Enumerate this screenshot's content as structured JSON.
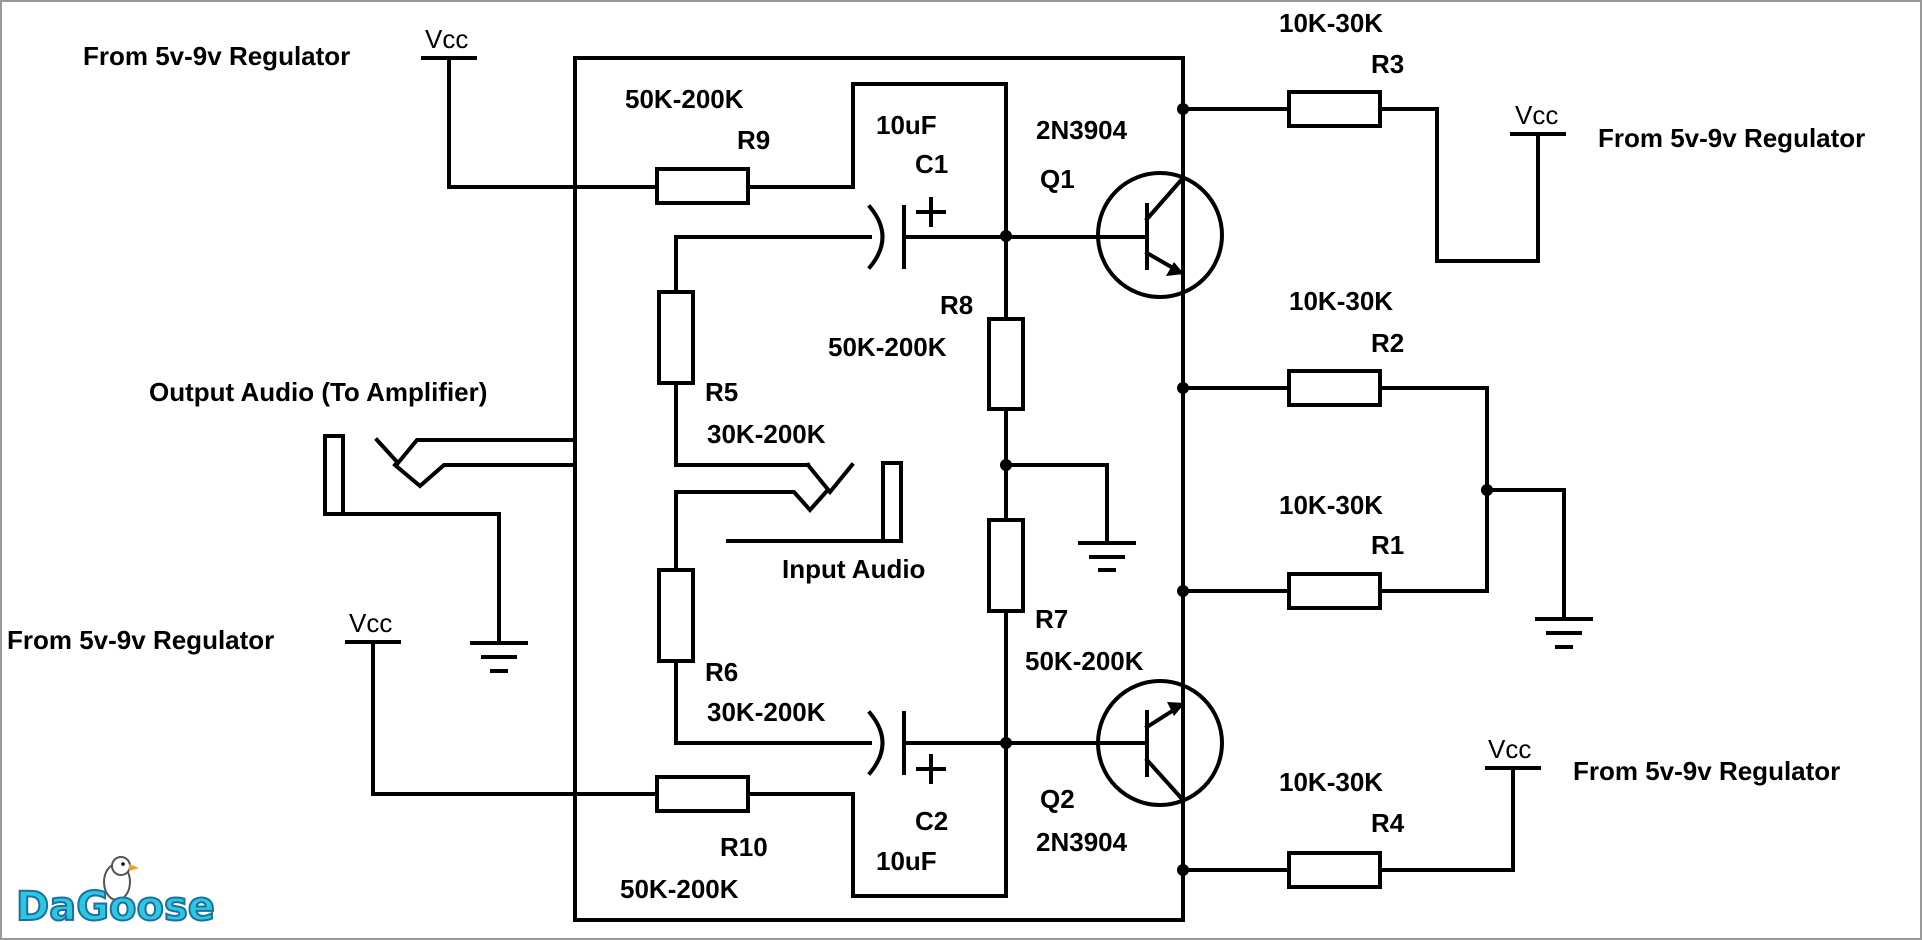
{
  "labels": {
    "vcc": "Vcc",
    "from_regulator": "From 5v-9v Regulator",
    "output_audio": "Output Audio (To Amplifier)",
    "input_audio": "Input Audio"
  },
  "components": {
    "r1": {
      "name": "R1",
      "value": "10K-30K"
    },
    "r2": {
      "name": "R2",
      "value": "10K-30K"
    },
    "r3": {
      "name": "R3",
      "value": "10K-30K"
    },
    "r4": {
      "name": "R4",
      "value": "10K-30K"
    },
    "r5": {
      "name": "R5",
      "value": "30K-200K"
    },
    "r6": {
      "name": "R6",
      "value": "30K-200K"
    },
    "r7": {
      "name": "R7",
      "value": "50K-200K"
    },
    "r8": {
      "name": "R8",
      "value": "50K-200K"
    },
    "r9": {
      "name": "R9",
      "value": "50K-200K"
    },
    "r10": {
      "name": "R10",
      "value": "50K-200K"
    },
    "c1": {
      "name": "C1",
      "value": "10uF"
    },
    "c2": {
      "name": "C2",
      "value": "10uF"
    },
    "q1": {
      "name": "Q1",
      "value": "2N3904"
    },
    "q2": {
      "name": "Q2",
      "value": "2N3904"
    }
  },
  "logo": {
    "text": "DaGoose"
  }
}
